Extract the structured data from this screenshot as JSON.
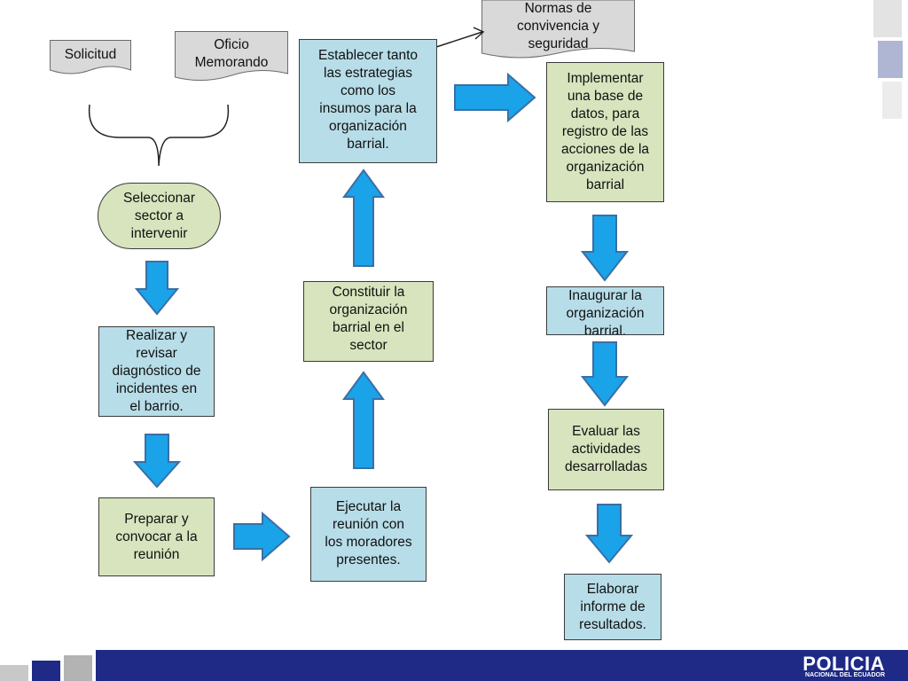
{
  "documents": {
    "solicitud": "Solicitud",
    "oficio": "Oficio\nMemorando",
    "normas": "Normas de\nconvivencia y\nseguridad"
  },
  "steps": {
    "seleccionar": "Seleccionar\nsector a\nintervenir",
    "realizar": "Realizar y\nrevisar\ndiagnóstico de\nincidentes en\nel barrio.",
    "preparar": " Preparar y\nconvocar a la\nreunión",
    "ejecutar": " Ejecutar la\nreunión con\nlos moradores\npresentes.",
    "constituir": " Constituir la\norganización\nbarrial en el\nsector",
    "establecer": "Establecer tanto\nlas estrategias\ncomo los\ninsumos para la\norganización\nbarrial.",
    "implementar": "Implementar\nuna base de\ndatos, para\nregistro de las\nacciones de la\norganización\nbarrial",
    "inaugurar": "Inaugurar la\norganización\nbarrial.",
    "evaluar": "Evaluar las\nactividades\ndesarrolladas",
    "elaborar": "Elaborar\ninforme de\nresultados."
  },
  "colors": {
    "blue_box": "#b7dde8",
    "green_box": "#d7e4bd",
    "arrow_fill": "#1aa3e8",
    "arrow_stroke": "#3a6fa6",
    "footer": "#1e2a86"
  },
  "footer": {
    "logo_main": "POLICIA",
    "logo_sub": "NACIONAL DEL ECUADOR"
  }
}
